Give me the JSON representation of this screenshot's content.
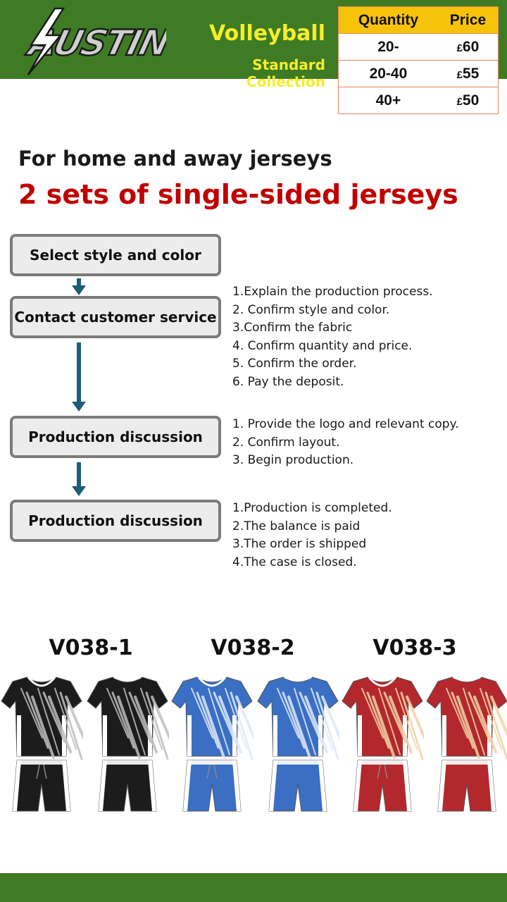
{
  "brand": {
    "logo_text": "AUSTIN"
  },
  "header": {
    "title": "Volleyball",
    "subtitle": "Standard Collection"
  },
  "price_table": {
    "headers": [
      "Quantity",
      "Price"
    ],
    "rows": [
      {
        "qty": "20-",
        "currency": "£",
        "amount": "60"
      },
      {
        "qty": "20-40",
        "currency": "£",
        "amount": "55"
      },
      {
        "qty": "40+",
        "currency": "£",
        "amount": "50"
      }
    ]
  },
  "intro": {
    "line1": "For home and away jerseys",
    "line2": "2 sets of single-sided jerseys"
  },
  "steps": [
    {
      "label": "Select style and color",
      "details": []
    },
    {
      "label": "Contact customer service",
      "details": [
        "1.Explain the production process.",
        "2. Confirm style and color.",
        "3.Confirm the fabric",
        "4. Confirm quantity and price.",
        "5. Confirm the order.",
        "6. Pay the deposit."
      ]
    },
    {
      "label": "Production discussion",
      "details": [
        "1. Provide the logo and relevant copy.",
        "2. Confirm layout.",
        "3. Begin production."
      ]
    },
    {
      "label": "Production discussion",
      "details": [
        "1.Production is completed.",
        "2.The balance is paid",
        "3.The order is shipped",
        "4.The case is closed."
      ]
    }
  ],
  "colors": {
    "header_green": "#3f7b25",
    "accent_yellow": "#f5ee2a",
    "price_header": "#f7c20a",
    "headline_red": "#c00000",
    "arrow": "#1f5c78"
  },
  "products": [
    {
      "code": "V038-1",
      "shirt_color": "#1c1c1c",
      "shorts_color": "#1c1c1c",
      "stripe_color": "#bfbfbf"
    },
    {
      "code": "V038-2",
      "shirt_color": "#3a6fc4",
      "shorts_color": "#3a6fc4",
      "stripe_color": "#dfe9f7"
    },
    {
      "code": "V038-3",
      "shirt_color": "#b3282d",
      "shorts_color": "#b3282d",
      "stripe_color": "#f1d3a8"
    }
  ]
}
